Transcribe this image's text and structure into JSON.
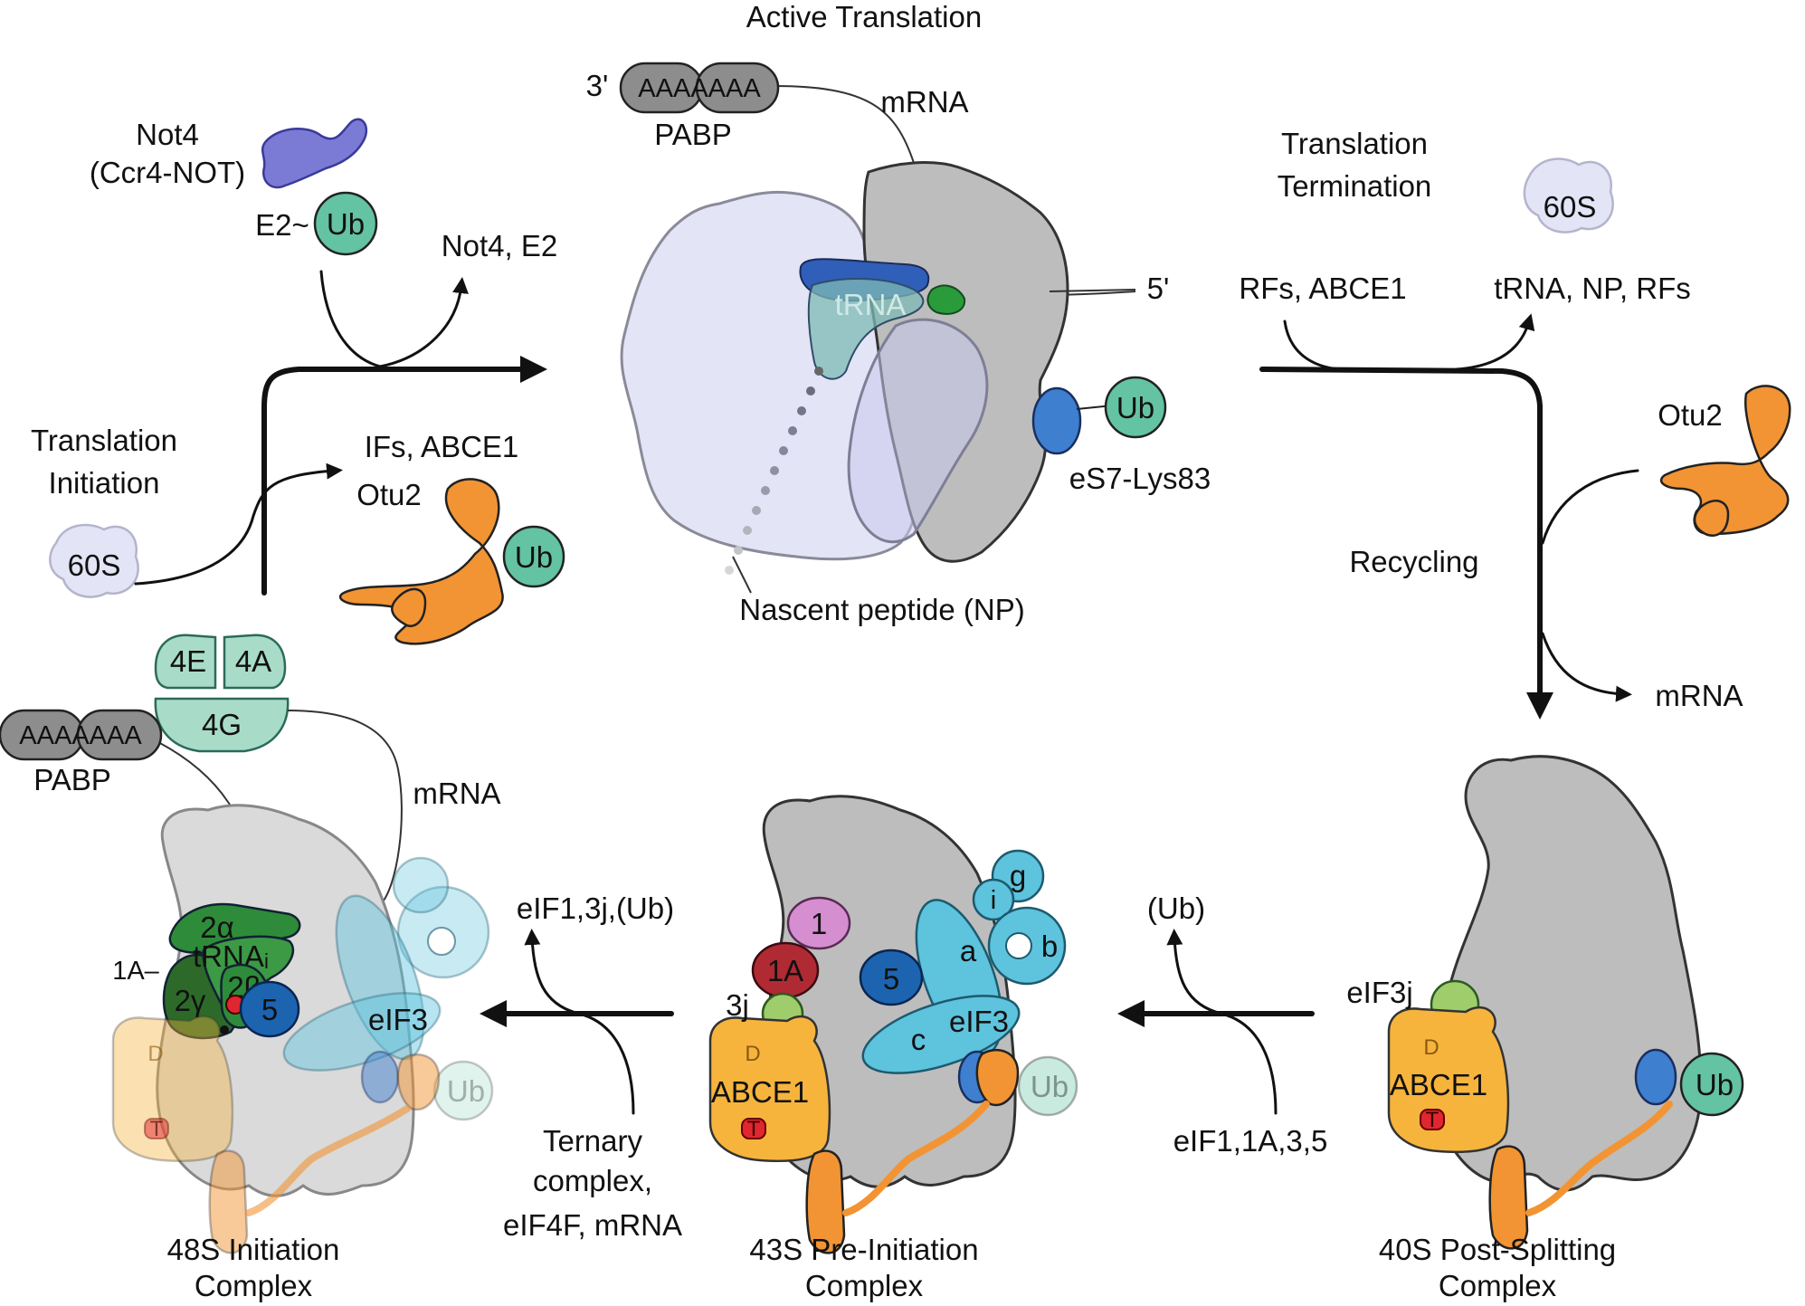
{
  "labels": {
    "active_translation": "Active Translation",
    "three_prime_top": "3'",
    "aaaa_top": "AAAAAAA",
    "pabp_top": "PABP",
    "mrna_top": "mRNA",
    "not4": "Not4",
    "ccr4_not": "(Ccr4-NOT)",
    "e2": "E2~",
    "ub": "Ub",
    "not4_e2": "Not4, E2",
    "trna": "tRNA",
    "five_prime": "5'",
    "eS7": "eS7-Lys83",
    "nascent_peptide": "Nascent peptide (NP)",
    "translation_termination_1": "Translation",
    "translation_termination_2": "Termination",
    "subunit_60s": "60S",
    "rfs_abce1": "RFs, ABCE1",
    "trna_np_rfs": "tRNA, NP, RFs",
    "otu2": "Otu2",
    "recycling": "Recycling",
    "mrna": "mRNA",
    "translation_initiation_1": "Translation",
    "translation_initiation_2": "Initiation",
    "ifs_abce1": "IFs, ABCE1",
    "f4e": "4E",
    "f4a": "4A",
    "f4g": "4G",
    "aaaa_left": "AAAAAAA",
    "pabp_left": "PABP",
    "mrna_left": "mRNA",
    "eif3": "eIF3",
    "eif3_short_a": "a",
    "eif3_short_b": "b",
    "eif3_short_c": "c",
    "eif3_short_g": "g",
    "eif3_short_i": "i",
    "f1": "1",
    "f1a": "1A",
    "f5": "5",
    "f3j": "3j",
    "abce1": "ABCE1",
    "d_site": "D",
    "t_site": "T",
    "eif3j": "eIF3j",
    "f2a": "2α",
    "f2b": "2β",
    "f2g": "2γ",
    "trna_i": "tRNAᵢ",
    "f1a_dash": "1A–",
    "paren_ub": "(Ub)",
    "eif1_1a_3_5": "eIF1,1A,3,5",
    "eif1_3j_ub": "eIF1,3j,(Ub)",
    "ternary_1": "Ternary",
    "ternary_2": "complex,",
    "ternary_3": "eIF4F, mRNA",
    "complex_48s_1": "48S Initiation",
    "complex_48s_2": "Complex",
    "complex_43s_1": "43S Pre-Initiation",
    "complex_43s_2": "Complex",
    "complex_40s_1": "40S Post-Splitting",
    "complex_40s_2": "Complex"
  },
  "colors": {
    "ubiquitin": "#63c3a3",
    "otu2": "#f29433",
    "eif3": "#5ec3dd",
    "abce1": "#f6b43d",
    "ribosome_40s": "#bdbdbd",
    "ribosome_60s": "#e4e4f7",
    "ternary_complex": "#2e8b3a",
    "eif1a": "#b02a34",
    "eif1": "#d58fd0",
    "eif5": "#1c64b0",
    "not4": "#7b7bd6",
    "eS7": "#3f7fd0"
  }
}
